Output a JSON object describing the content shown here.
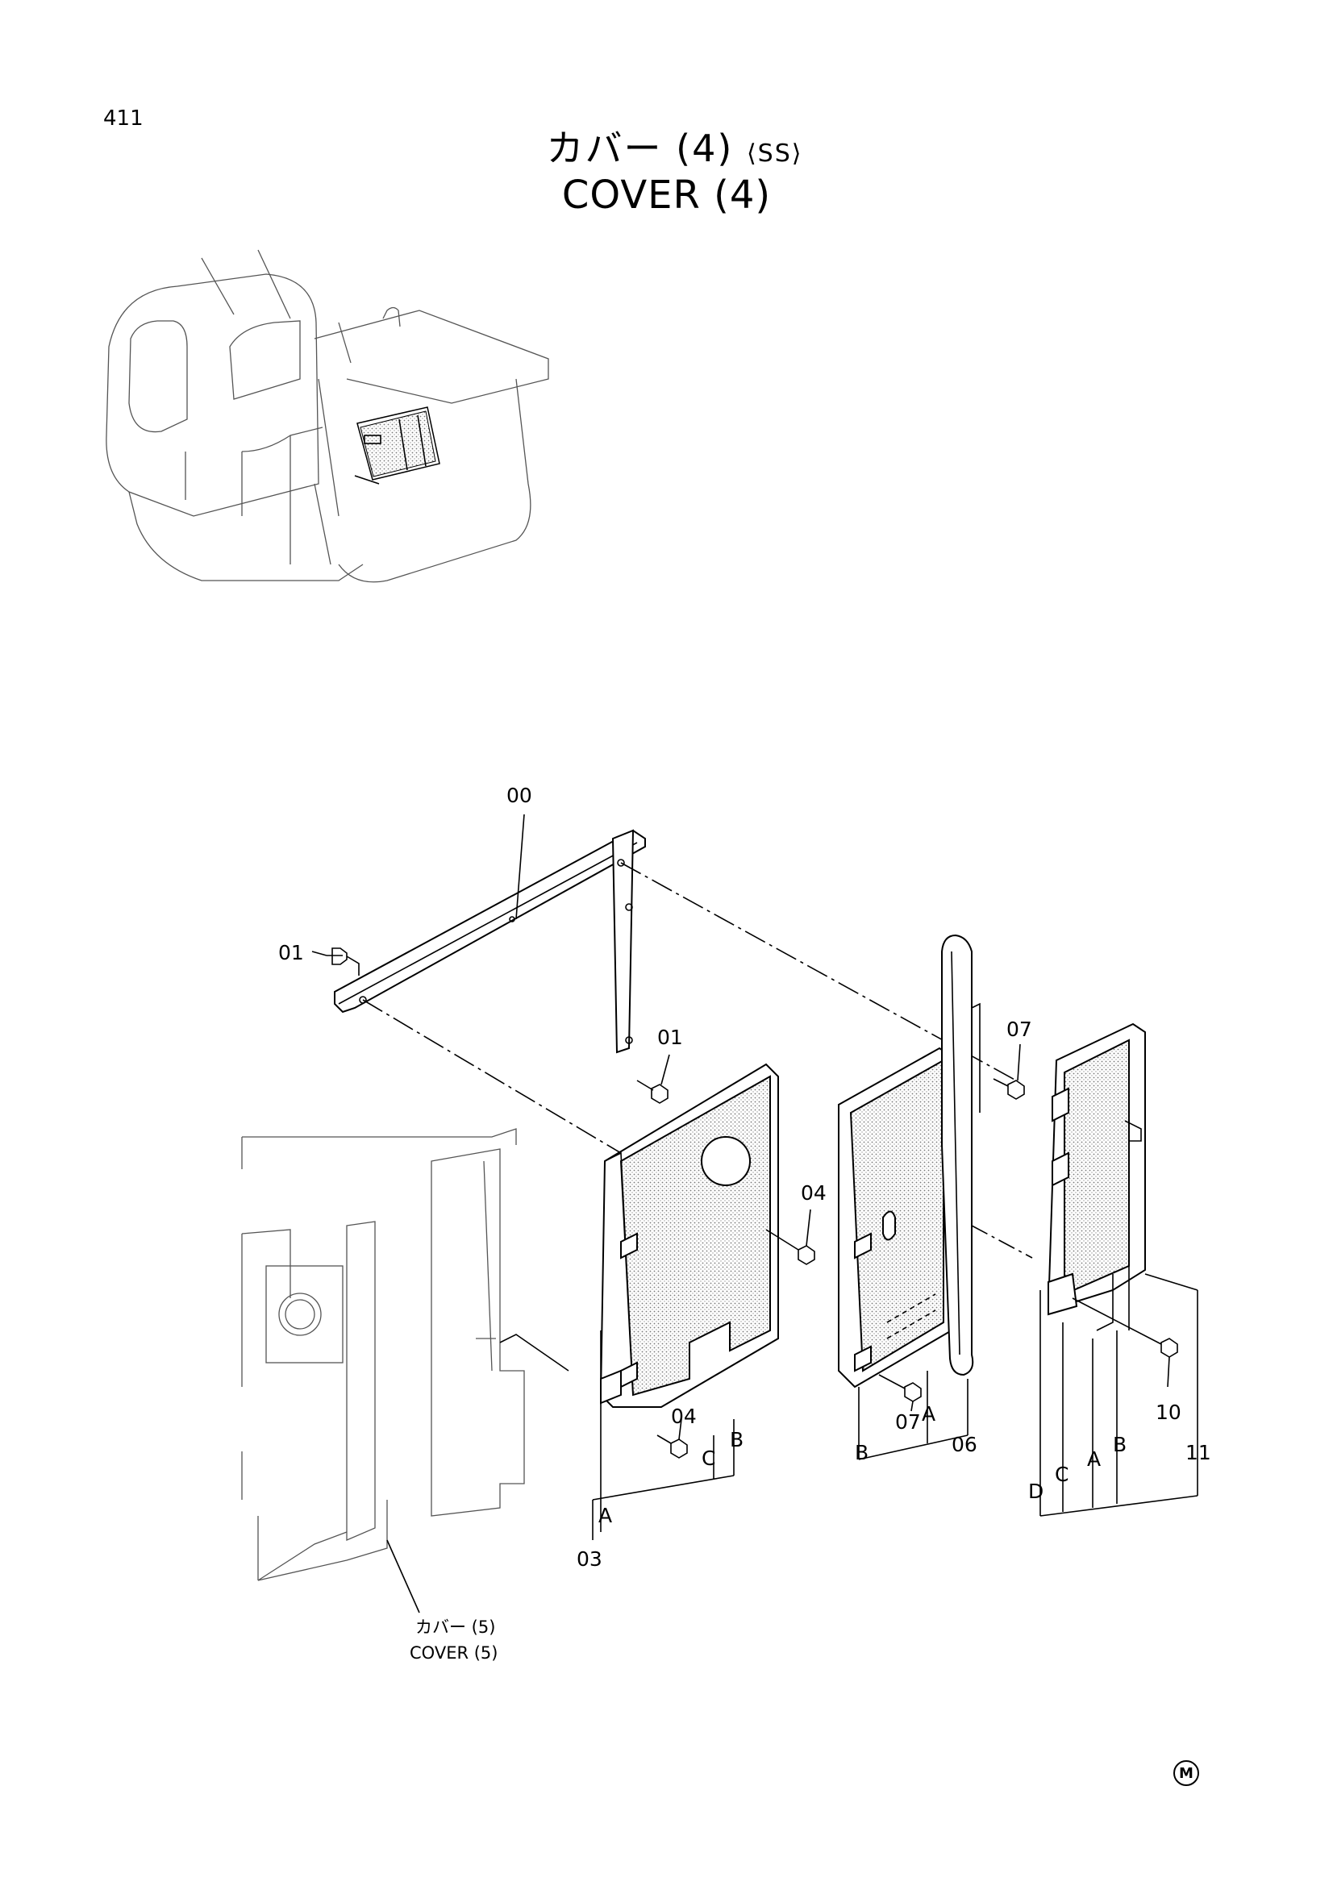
{
  "page": {
    "number": "411"
  },
  "title": {
    "jp": "カバー (4)",
    "tag": "⟨SS⟩",
    "en": "COVER (4)"
  },
  "callouts": {
    "c00": "00",
    "c01a": "01",
    "c01b": "01",
    "c03": "03",
    "c04a": "04",
    "c04b": "04",
    "c06": "06",
    "c07a": "07",
    "c07b": "07",
    "c10": "10",
    "c11": "11"
  },
  "letters": {
    "p03": [
      "A",
      "C",
      "B"
    ],
    "p06": [
      "B",
      "A"
    ],
    "p11": [
      "D",
      "C",
      "A",
      "B"
    ]
  },
  "reference": {
    "jp": "カバー (5)",
    "en": "COVER (5)"
  },
  "footer_mark": "M"
}
